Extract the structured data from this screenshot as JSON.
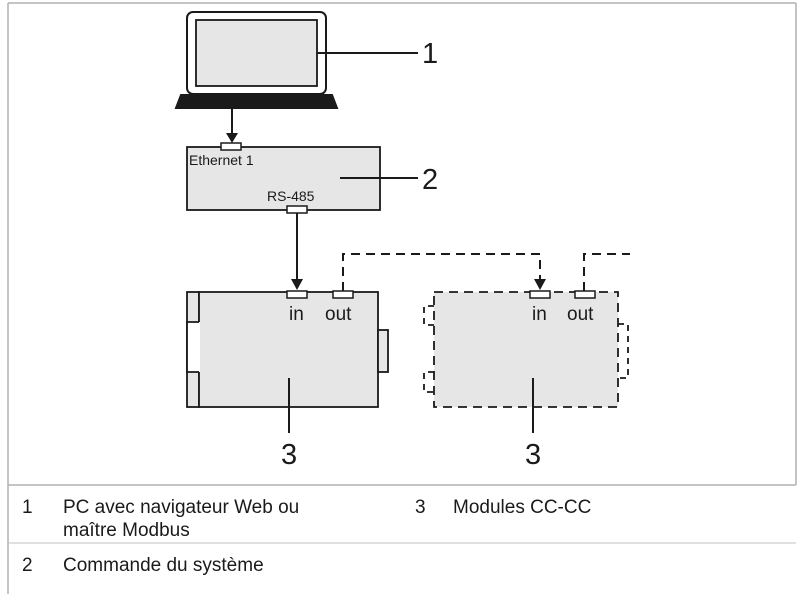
{
  "callouts": {
    "pc": "1",
    "controller": "2",
    "module_main": "3",
    "module_optional": "3"
  },
  "controller": {
    "port_top": "Ethernet 1",
    "port_bottom": "RS-485"
  },
  "module_main": {
    "port_in": "in",
    "port_out": "out"
  },
  "module_optional": {
    "port_in": "in",
    "port_out": "out"
  },
  "legend": {
    "item1": {
      "num": "1",
      "line1": "PC avec navigateur Web ou",
      "line2": "maître Modbus"
    },
    "item2": {
      "num": "2",
      "line1": "Commande du système"
    },
    "item3": {
      "num": "3",
      "line1": "Modules CC-CC"
    }
  },
  "colors": {
    "box_fill": "#e6e6e6",
    "stroke": "#1a1a1a",
    "frame": "#b0b0b0"
  }
}
